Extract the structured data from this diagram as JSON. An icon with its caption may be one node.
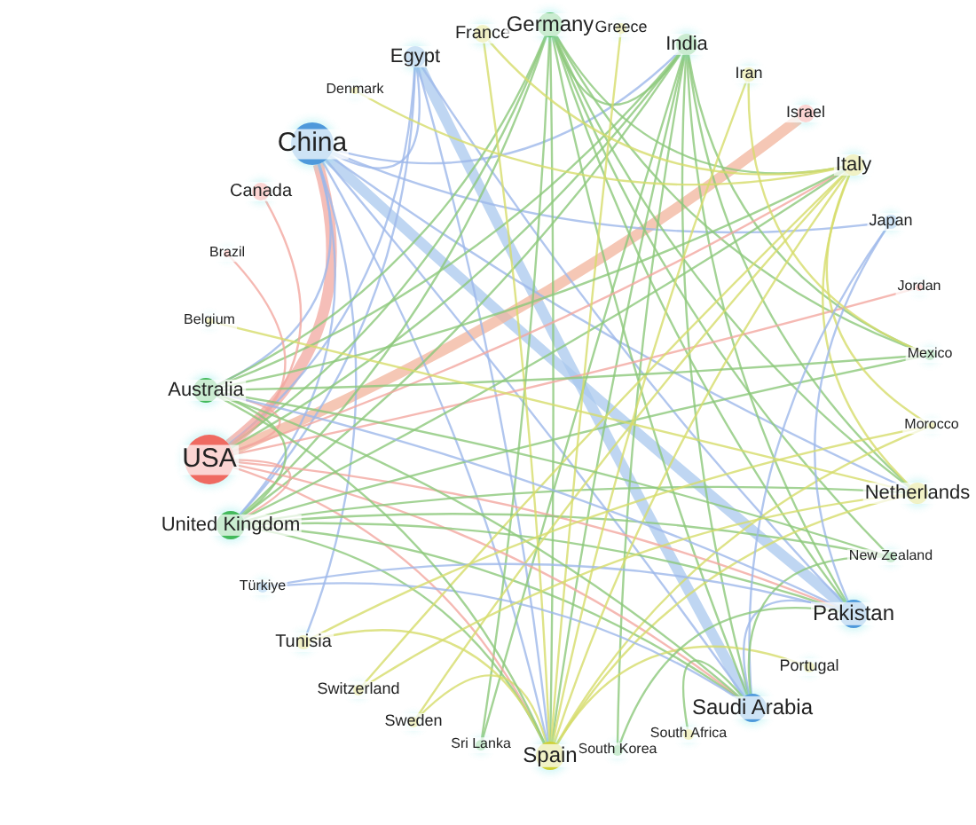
{
  "diagram": {
    "nodes": [
      {
        "text": [
          "China"
        ]
      },
      {
        "text": [
          "Egypt"
        ]
      },
      {
        "text": [
          "Denmark"
        ]
      },
      {
        "text": [
          "France"
        ]
      },
      {
        "text": [
          "Germany"
        ]
      },
      {
        "text": [
          "Greece"
        ]
      },
      {
        "text": [
          "India"
        ]
      },
      {
        "text": [
          "Iran"
        ]
      },
      {
        "text": [
          "Israel"
        ]
      },
      {
        "text": [
          "Italy"
        ]
      },
      {
        "text": [
          "Japan"
        ]
      },
      {
        "text": [
          "Jordan"
        ]
      },
      {
        "text": [
          "Mexico"
        ]
      },
      {
        "text": [
          "Morocco"
        ]
      },
      {
        "text": [
          "Netherlands"
        ]
      },
      {
        "text": [
          "New Zealand"
        ]
      },
      {
        "text": [
          "Pakistan"
        ]
      },
      {
        "text": [
          "Portugal"
        ]
      },
      {
        "text": [
          "Saudi Arabia"
        ]
      },
      {
        "text": [
          "South Africa"
        ]
      },
      {
        "text": [
          "South Korea"
        ]
      },
      {
        "text": [
          "Spain"
        ]
      },
      {
        "text": [
          "Sri Lanka"
        ]
      },
      {
        "text": [
          "Sweden"
        ]
      },
      {
        "text": [
          "Switzerland"
        ]
      },
      {
        "text": [
          "Tunisia"
        ]
      },
      {
        "text": [
          "Türkiye"
        ]
      },
      {
        "text": [
          "United Kingdom"
        ]
      },
      {
        "text": [
          "USA"
        ]
      },
      {
        "text": [
          "Australia"
        ]
      },
      {
        "text": [
          "Belgium"
        ]
      },
      {
        "text": [
          "Brazil"
        ]
      },
      {
        "text": [
          "Canada"
        ]
      }
    ],
    "edges": [
      {
        "from": 0,
        "to": 28,
        "arrow": "none",
        "style": "thick",
        "color": "#f2a8a0"
      },
      {
        "from": 0,
        "to": 16,
        "arrow": "none",
        "style": "thick",
        "color": "#a9c8ee"
      },
      {
        "from": 1,
        "to": 18,
        "arrow": "none",
        "style": "thick",
        "color": "#a9c8ee"
      },
      {
        "from": 28,
        "to": 8,
        "arrow": "none",
        "style": "thick",
        "color": "#f2b49c"
      },
      {
        "from": 0,
        "to": 10,
        "arrow": "none",
        "color": "#9db8ea"
      },
      {
        "from": 0,
        "to": 18,
        "arrow": "none",
        "color": "#9db8ea"
      },
      {
        "from": 0,
        "to": 27,
        "arrow": "none",
        "color": "#9db8ea"
      },
      {
        "from": 0,
        "to": 29,
        "arrow": "none",
        "color": "#9db8ea"
      },
      {
        "from": 0,
        "to": 21,
        "arrow": "none",
        "color": "#9db8ea"
      },
      {
        "from": 0,
        "to": 6,
        "arrow": "none",
        "color": "#9db8ea"
      },
      {
        "from": 0,
        "to": 1,
        "arrow": "none",
        "color": "#9db8ea"
      },
      {
        "from": 0,
        "to": 14,
        "arrow": "none",
        "color": "#9db8ea"
      },
      {
        "from": 0,
        "to": 25,
        "arrow": "none",
        "color": "#9db8ea"
      },
      {
        "from": 1,
        "to": 16,
        "arrow": "none",
        "color": "#9db8ea"
      },
      {
        "from": 1,
        "to": 21,
        "arrow": "none",
        "color": "#9db8ea"
      },
      {
        "from": 1,
        "to": 28,
        "arrow": "none",
        "color": "#9db8ea"
      },
      {
        "from": 1,
        "to": 27,
        "arrow": "none",
        "color": "#9db8ea"
      },
      {
        "from": 4,
        "to": 6,
        "arrow": "none"
      },
      {
        "from": 4,
        "to": 27,
        "arrow": "none"
      },
      {
        "from": 4,
        "to": 28,
        "arrow": "none"
      },
      {
        "from": 4,
        "to": 21,
        "arrow": "none"
      },
      {
        "from": 4,
        "to": 18,
        "arrow": "none"
      },
      {
        "from": 4,
        "to": 16,
        "arrow": "none"
      },
      {
        "from": 4,
        "to": 14,
        "arrow": "none"
      },
      {
        "from": 4,
        "to": 12,
        "arrow": "none"
      },
      {
        "from": 4,
        "to": 22,
        "arrow": "none"
      },
      {
        "from": 4,
        "to": 15,
        "arrow": "none"
      },
      {
        "from": 4,
        "to": 9,
        "arrow": "none"
      },
      {
        "from": 4,
        "to": 29,
        "arrow": "none"
      },
      {
        "from": 6,
        "to": 27,
        "arrow": "none"
      },
      {
        "from": 6,
        "to": 28,
        "arrow": "none"
      },
      {
        "from": 6,
        "to": 21,
        "arrow": "none"
      },
      {
        "from": 6,
        "to": 18,
        "arrow": "none"
      },
      {
        "from": 6,
        "to": 16,
        "arrow": "none"
      },
      {
        "from": 6,
        "to": 12,
        "arrow": "none"
      },
      {
        "from": 6,
        "to": 22,
        "arrow": "none"
      },
      {
        "from": 6,
        "to": 29,
        "arrow": "none"
      },
      {
        "from": 6,
        "to": 20,
        "arrow": "none"
      },
      {
        "from": 6,
        "to": 14,
        "arrow": "none"
      },
      {
        "from": 28,
        "to": 32,
        "arrow": "none",
        "color": "#f2a8a0"
      },
      {
        "from": 28,
        "to": 31,
        "arrow": "none",
        "color": "#f2a8a0"
      },
      {
        "from": 28,
        "to": 11,
        "arrow": "none",
        "color": "#f2a8a0"
      },
      {
        "from": 28,
        "to": 9,
        "arrow": "none",
        "color": "#f2a8a0"
      },
      {
        "from": 28,
        "to": 27,
        "arrow": "none",
        "color": "#f2a8a0"
      },
      {
        "from": 28,
        "to": 29,
        "arrow": "none",
        "color": "#f2a8a0"
      },
      {
        "from": 28,
        "to": 21,
        "arrow": "none",
        "color": "#f2a8a0"
      },
      {
        "from": 28,
        "to": 18,
        "arrow": "none",
        "color": "#f2a8a0"
      },
      {
        "from": 28,
        "to": 16,
        "arrow": "none",
        "color": "#f2a8a0"
      },
      {
        "from": 27,
        "to": 29,
        "arrow": "none"
      },
      {
        "from": 27,
        "to": 21,
        "arrow": "none"
      },
      {
        "from": 27,
        "to": 18,
        "arrow": "none"
      },
      {
        "from": 27,
        "to": 16,
        "arrow": "none"
      },
      {
        "from": 27,
        "to": 14,
        "arrow": "none"
      },
      {
        "from": 27,
        "to": 15,
        "arrow": "none"
      },
      {
        "from": 27,
        "to": 9,
        "arrow": "none"
      },
      {
        "from": 27,
        "to": 12,
        "arrow": "none"
      },
      {
        "from": 21,
        "to": 9,
        "arrow": "none",
        "color": "#d6dc6a"
      },
      {
        "from": 21,
        "to": 3,
        "arrow": "none",
        "color": "#d6dc6a"
      },
      {
        "from": 21,
        "to": 13,
        "arrow": "none",
        "color": "#d6dc6a"
      },
      {
        "from": 21,
        "to": 14,
        "arrow": "none",
        "color": "#d6dc6a"
      },
      {
        "from": 21,
        "to": 23,
        "arrow": "none",
        "color": "#d6dc6a"
      },
      {
        "from": 21,
        "to": 25,
        "arrow": "none",
        "color": "#d6dc6a"
      },
      {
        "from": 21,
        "to": 5,
        "arrow": "none",
        "color": "#d6dc6a"
      },
      {
        "from": 21,
        "to": 7,
        "arrow": "none",
        "color": "#d6dc6a"
      },
      {
        "from": 21,
        "to": 17,
        "arrow": "none",
        "color": "#d6dc6a"
      },
      {
        "from": 9,
        "to": 3,
        "arrow": "none",
        "color": "#d6dc6a"
      },
      {
        "from": 9,
        "to": 14,
        "arrow": "none",
        "color": "#d6dc6a"
      },
      {
        "from": 9,
        "to": 24,
        "arrow": "none",
        "color": "#d6dc6a"
      },
      {
        "from": 9,
        "to": 23,
        "arrow": "none",
        "color": "#d6dc6a"
      },
      {
        "from": 9,
        "to": 13,
        "arrow": "none",
        "color": "#d6dc6a"
      },
      {
        "from": 18,
        "to": 16,
        "arrow": "none",
        "color": "#9db8ea"
      },
      {
        "from": 18,
        "to": 26,
        "arrow": "none",
        "color": "#9db8ea"
      },
      {
        "from": 18,
        "to": 10,
        "arrow": "none",
        "color": "#9db8ea"
      },
      {
        "from": 18,
        "to": 19,
        "arrow": "none"
      },
      {
        "from": 18,
        "to": 15,
        "arrow": "none"
      },
      {
        "from": 16,
        "to": 10,
        "arrow": "none",
        "color": "#9db8ea"
      },
      {
        "from": 16,
        "to": 26,
        "arrow": "none",
        "color": "#9db8ea"
      },
      {
        "from": 16,
        "to": 29,
        "arrow": "none",
        "color": "#9db8ea"
      },
      {
        "from": 16,
        "to": 20,
        "arrow": "none"
      },
      {
        "from": 29,
        "to": 15,
        "arrow": "none"
      },
      {
        "from": 29,
        "to": 21,
        "arrow": "none"
      },
      {
        "from": 29,
        "to": 18,
        "arrow": "none"
      },
      {
        "from": 29,
        "to": 9,
        "arrow": "none"
      },
      {
        "from": 29,
        "to": 12,
        "arrow": "none"
      },
      {
        "from": 24,
        "to": 14,
        "arrow": "none",
        "color": "#d6dc6a"
      },
      {
        "from": 25,
        "to": 13,
        "arrow": "none",
        "color": "#d6dc6a"
      },
      {
        "from": 2,
        "to": 9,
        "arrow": "none",
        "color": "#d6dc6a"
      },
      {
        "from": 30,
        "to": 14,
        "arrow": "none",
        "color": "#d6dc6a"
      },
      {
        "from": 7,
        "to": 12,
        "arrow": "none",
        "color": "#d6dc6a"
      }
    ]
  }
}
